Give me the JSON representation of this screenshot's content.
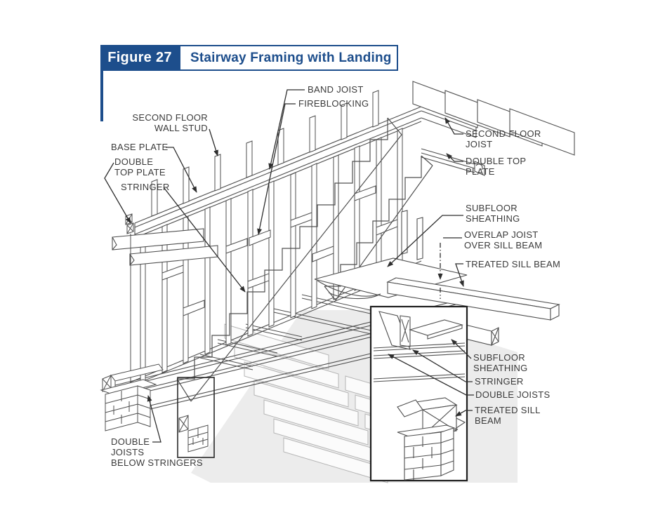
{
  "figure": {
    "number_label": "Figure 27",
    "title": "Stairway Framing with Landing"
  },
  "colors": {
    "accent_blue": "#1d4e8c",
    "line_art": "#4f4f4f",
    "label_text": "#3a3a3a",
    "stair_shadow": "#ececec"
  },
  "labels": {
    "second_floor_wall_stud": "SECOND FLOOR\nWALL STUD",
    "base_plate": "BASE PLATE",
    "double_top_plate_left": "DOUBLE\nTOP PLATE",
    "stringer_left": "STRINGER",
    "band_joist": "BAND JOIST",
    "fireblocking": "FIREBLOCKING",
    "second_floor_joist": "SECOND FLOOR\nJOIST",
    "double_top_plate_right": "DOUBLE TOP\nPLATE",
    "subfloor_sheathing_right": "SUBFLOOR\nSHEATHING",
    "overlap_joist_over_sill_beam": "OVERLAP JOIST\nOVER SILL BEAM",
    "treated_sill_beam_right": "TREATED SILL BEAM",
    "subfloor_sheathing_inset": "SUBFLOOR\nSHEATHING",
    "stringer_inset": "STRINGER",
    "double_joists_inset": "DOUBLE JOISTS",
    "treated_sill_beam_inset": "TREATED SILL\nBEAM",
    "double_joists_below_stringers": "DOUBLE\nJOISTS\nBELOW STRINGERS"
  }
}
